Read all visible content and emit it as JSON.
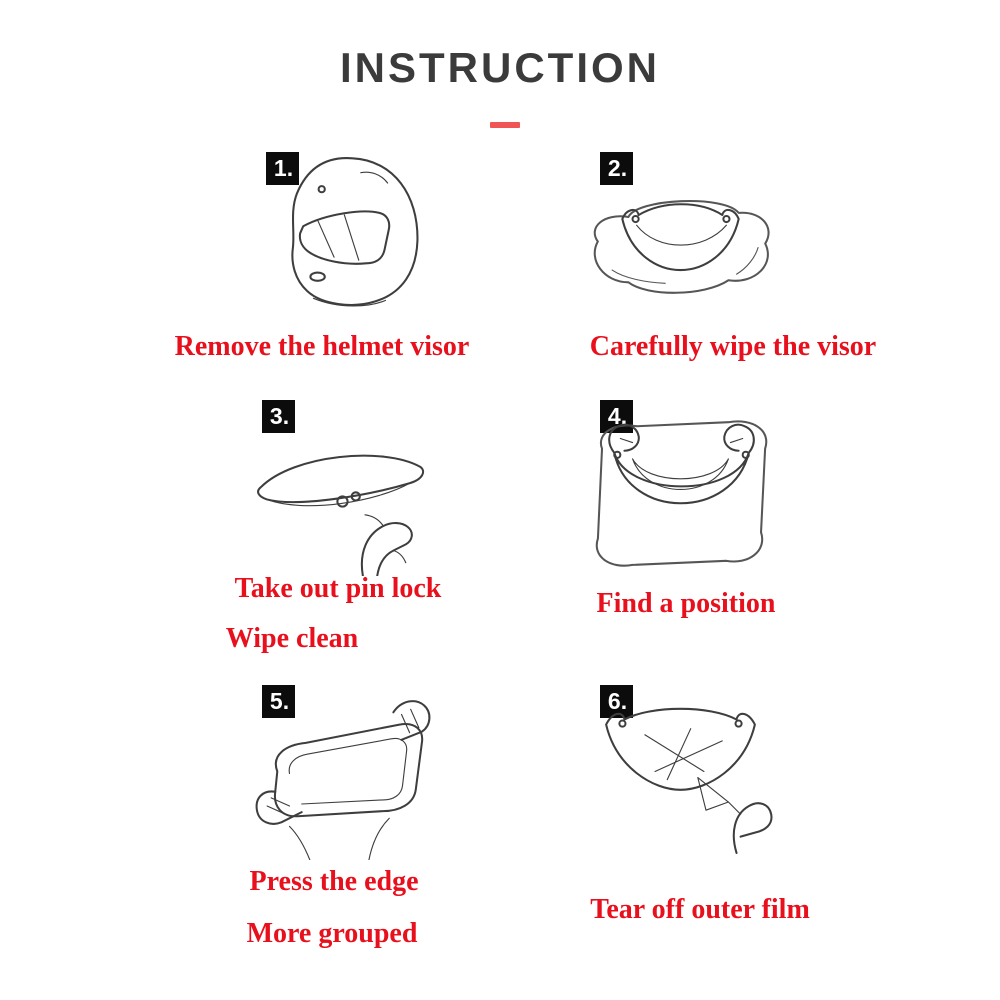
{
  "title": "INSTRUCTION",
  "colors": {
    "title_text": "#3b3b3b",
    "caption_red": "#e8101c",
    "title_dash_red": "#f05555",
    "badge_background": "#0c0c0c",
    "line_art": "#3e3e3e"
  },
  "steps": [
    {
      "number": "1.",
      "illustration": "full-face-helmet",
      "captions": [
        "Remove the helmet visor"
      ]
    },
    {
      "number": "2.",
      "illustration": "visor-on-cloth-wiping",
      "captions": [
        "Carefully wipe the visor"
      ]
    },
    {
      "number": "3.",
      "illustration": "hand-removing-pin-lock-from-visor",
      "captions": [
        "Take out pin lock",
        "Wipe clean"
      ]
    },
    {
      "number": "4.",
      "illustration": "hands-positioning-film-on-visor",
      "captions": [
        "Find a position"
      ]
    },
    {
      "number": "5.",
      "illustration": "hands-pressing-film-edge",
      "captions": [
        "Press the edge",
        "More grouped"
      ]
    },
    {
      "number": "6.",
      "illustration": "hand-tearing-outer-film",
      "captions": [
        "Tear off outer film"
      ]
    }
  ]
}
